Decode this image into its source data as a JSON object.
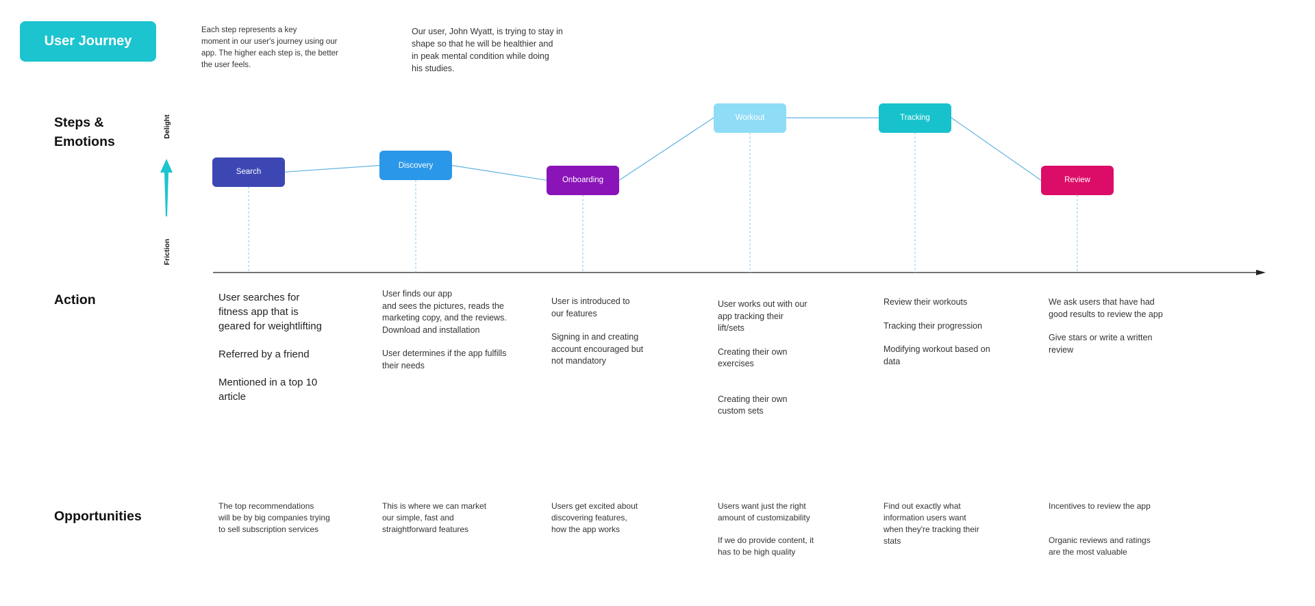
{
  "header": {
    "badge_label": "User Journey",
    "note_steps": "Each step represents a key\nmoment in our user's journey using our\napp. The higher each step is, the better\nthe user feels.",
    "note_user": "Our user, John Wyatt, is trying to stay in\nshape so that he will be healthier and\nin peak mental condition while doing\nhis studies."
  },
  "sections": {
    "steps": "Steps &\nEmotions",
    "action": "Action",
    "opportunities": "Opportunities"
  },
  "emotion_axis": {
    "top_label": "Delight",
    "bottom_label": "Friction",
    "arrow_color": "#1cc4cf"
  },
  "journey": {
    "steps": [
      {
        "label": "Search",
        "emotion": 0.62,
        "color": "#3d47b4",
        "actions": [
          "User searches for\nfitness app that is\ngeared for weightlifting",
          "Referred by a friend",
          "Mentioned in a top 10\narticle"
        ],
        "opportunities": [
          "The top recommendations\nwill be by big companies trying\nto sell subscription services"
        ]
      },
      {
        "label": "Discovery",
        "emotion": 0.66,
        "color": "#2b97e8",
        "actions": [
          "User finds our app\nand sees the pictures, reads the\nmarketing copy, and the reviews.\nDownload and installation",
          "User determines if the app fulfills\ntheir needs"
        ],
        "opportunities": [
          "This is where we can market\nour simple, fast and\nstraightforward features"
        ]
      },
      {
        "label": "Onboarding",
        "emotion": 0.57,
        "color": "#8a14b8",
        "actions": [
          "User is introduced to\nour features",
          "Signing in and creating\naccount encouraged but\nnot mandatory"
        ],
        "opportunities": [
          "Users get excited about\ndiscovering features,\nhow the app works"
        ]
      },
      {
        "label": "Workout",
        "emotion": 0.95,
        "color": "#8fdcf7",
        "actions": [
          "User works out with our\napp tracking their\nlift/sets",
          "Creating their own\nexercises",
          "Creating their own\ncustom sets"
        ],
        "opportunities": [
          "Users want just the right\namount of customizability",
          "If we do provide content, it\nhas to be high quality"
        ]
      },
      {
        "label": "Tracking",
        "emotion": 0.95,
        "color": "#17c2cc",
        "actions": [
          "Review their workouts",
          "Tracking their progression",
          "Modifying workout based on\ndata"
        ],
        "opportunities": [
          "Find out exactly what\ninformation users want\nwhen they're tracking their\nstats"
        ]
      },
      {
        "label": "Review",
        "emotion": 0.57,
        "color": "#dc0d68",
        "actions": [
          "We ask users that have had\ngood results to review the app",
          "Give stars or write a written\nreview"
        ],
        "opportunities": [
          "Incentives to review the app",
          "Organic reviews and ratings\nare the most valuable"
        ]
      }
    ]
  }
}
